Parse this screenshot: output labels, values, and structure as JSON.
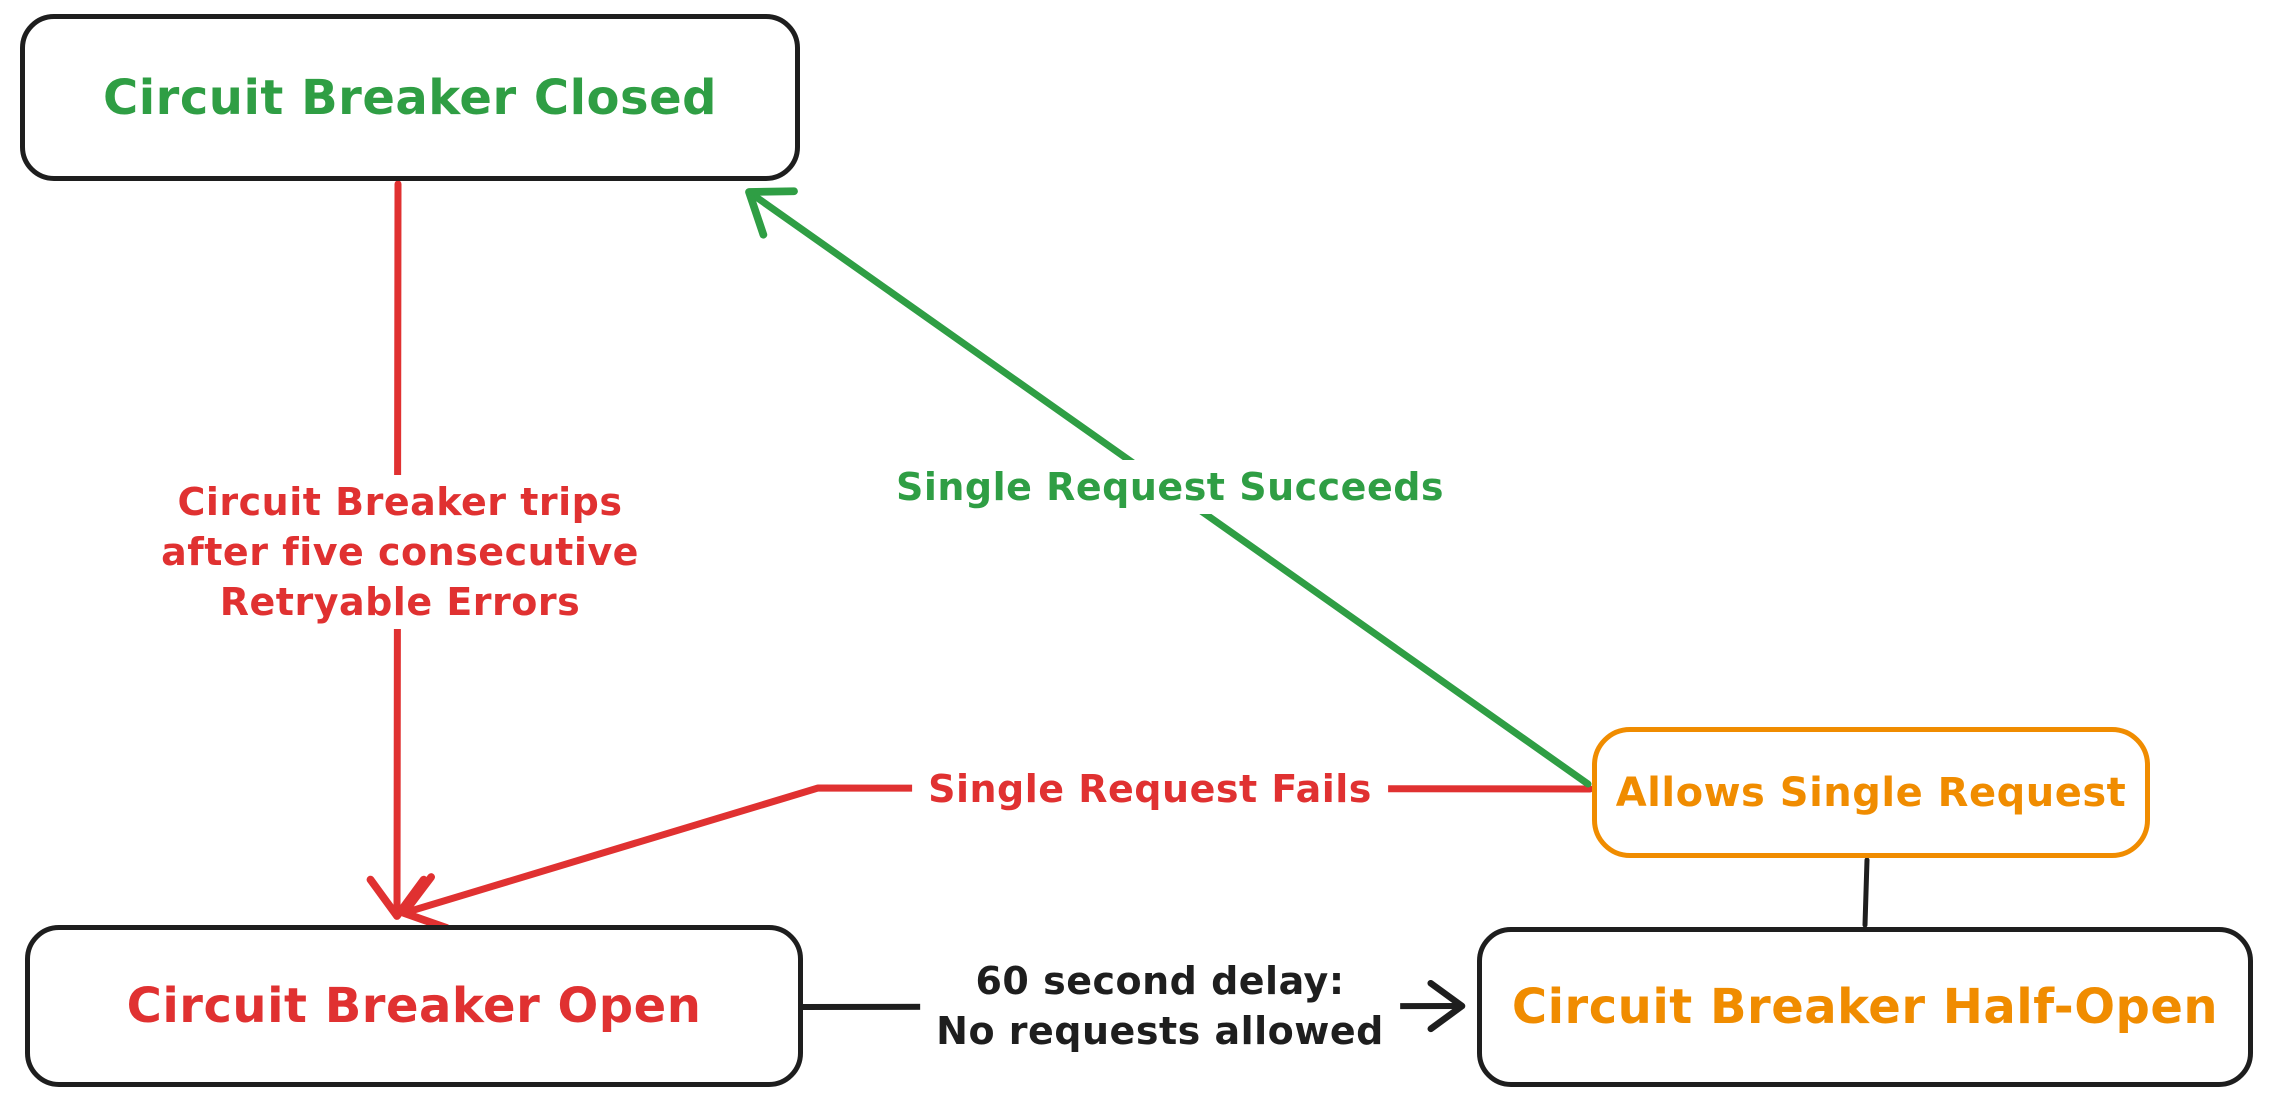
{
  "nodes": {
    "closed": {
      "label": "Circuit Breaker Closed",
      "color": "#2f9e44",
      "border": "#1e1e1e"
    },
    "open": {
      "label": "Circuit Breaker Open",
      "color": "#e03131",
      "border": "#1e1e1e"
    },
    "half_open": {
      "label": "Circuit Breaker Half-Open",
      "color": "#f08c00",
      "border": "#1e1e1e"
    },
    "allows_single_request": {
      "label": "Allows Single Request",
      "color": "#f08c00",
      "border": "#f08c00"
    }
  },
  "edges": {
    "trips": {
      "from": "closed",
      "to": "open",
      "color": "#e03131",
      "lines": [
        "Circuit Breaker trips",
        "after five consecutive",
        "Retryable Errors"
      ]
    },
    "succeeds": {
      "from": "allows_single_request",
      "to": "closed",
      "color": "#2f9e44",
      "label": "Single Request Succeeds"
    },
    "fails": {
      "from": "allows_single_request",
      "to": "open",
      "color": "#e03131",
      "label": "Single Request Fails"
    },
    "delay": {
      "from": "open",
      "to": "half_open",
      "color": "#1e1e1e",
      "lines": [
        "60 second delay:",
        "No requests allowed"
      ]
    },
    "connector": {
      "from": "half_open",
      "to": "allows_single_request",
      "color": "#1e1e1e",
      "label": ""
    }
  },
  "colors": {
    "background": "#ffffff",
    "ink": "#1e1e1e",
    "red": "#e03131",
    "green": "#2f9e44",
    "orange": "#f08c00"
  }
}
